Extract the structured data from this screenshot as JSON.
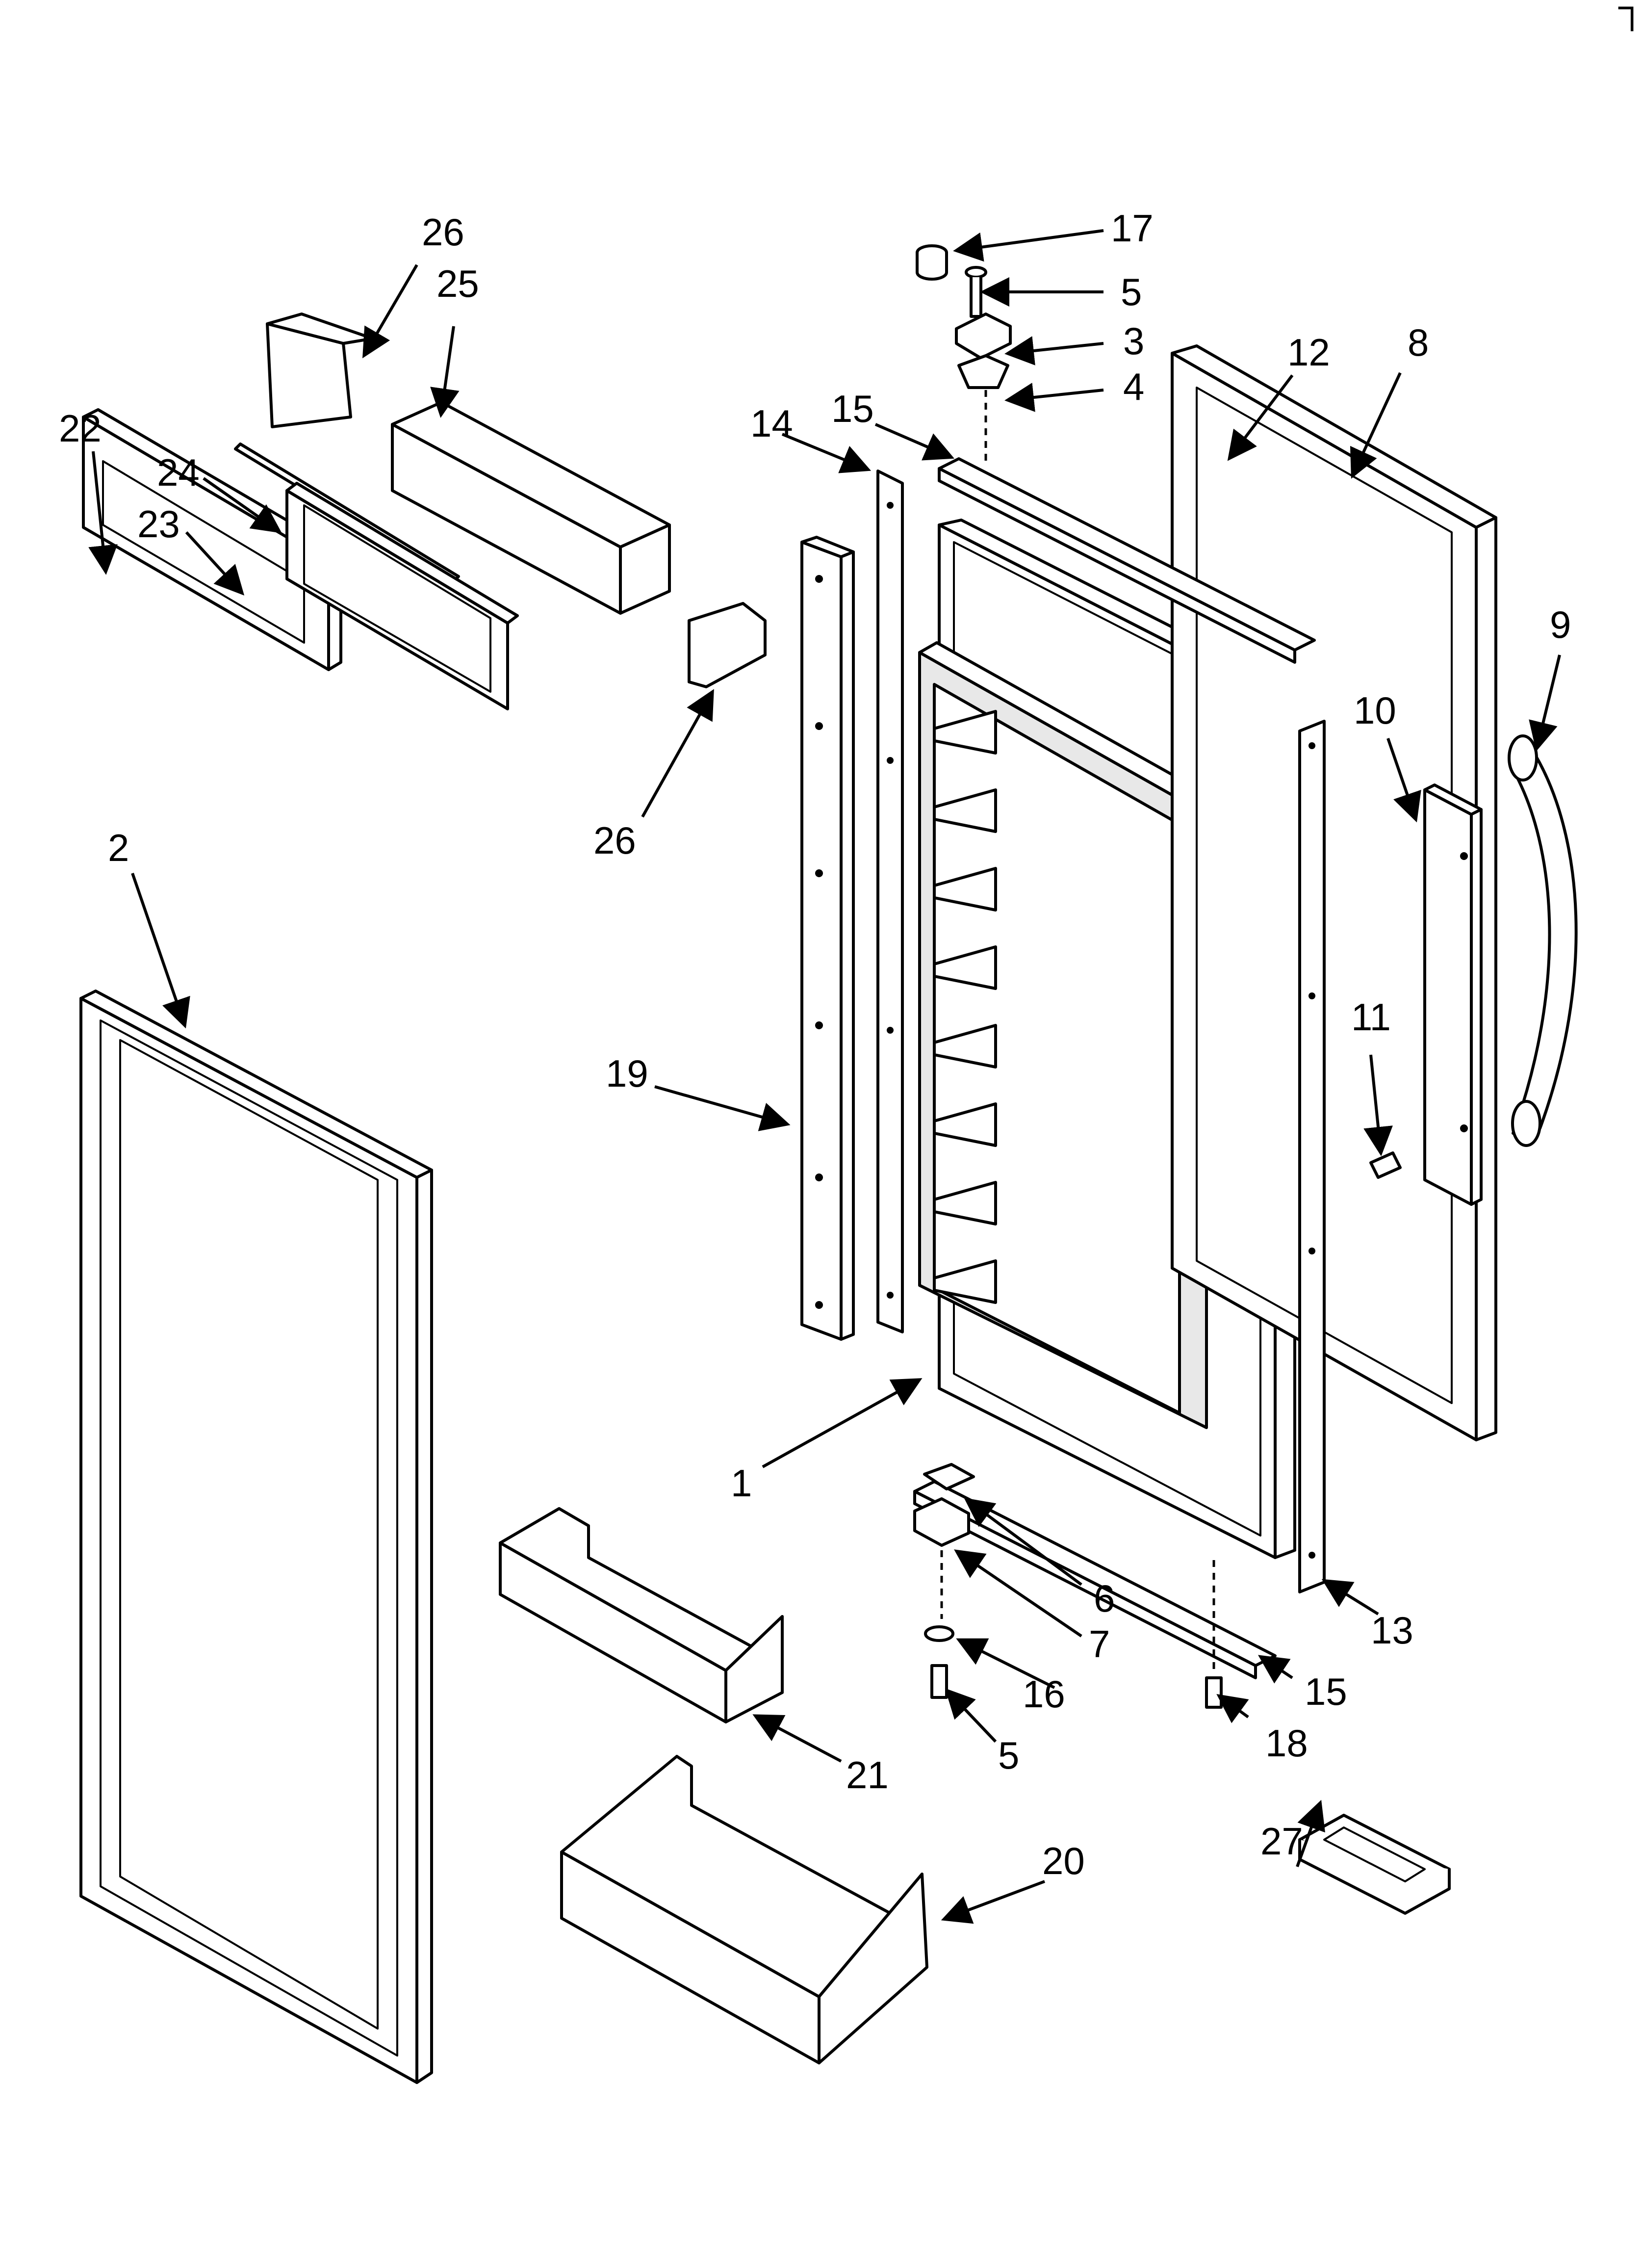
{
  "corner_mark": "┐",
  "callouts": [
    {
      "id": "c17",
      "text": "17"
    },
    {
      "id": "c5a",
      "text": "5"
    },
    {
      "id": "c3",
      "text": "3"
    },
    {
      "id": "c4",
      "text": "4"
    },
    {
      "id": "c26a",
      "text": "26"
    },
    {
      "id": "c25",
      "text": "25"
    },
    {
      "id": "c22",
      "text": "22"
    },
    {
      "id": "c24",
      "text": "24"
    },
    {
      "id": "c23",
      "text": "23"
    },
    {
      "id": "c14",
      "text": "14"
    },
    {
      "id": "c15a",
      "text": "15"
    },
    {
      "id": "c12",
      "text": "12"
    },
    {
      "id": "c8",
      "text": "8"
    },
    {
      "id": "c9",
      "text": "9"
    },
    {
      "id": "c10",
      "text": "10"
    },
    {
      "id": "c26b",
      "text": "26"
    },
    {
      "id": "c2",
      "text": "2"
    },
    {
      "id": "c11",
      "text": "11"
    },
    {
      "id": "c19",
      "text": "19"
    },
    {
      "id": "c1",
      "text": "1"
    },
    {
      "id": "c6",
      "text": "6"
    },
    {
      "id": "c7",
      "text": "7"
    },
    {
      "id": "c13",
      "text": "13"
    },
    {
      "id": "c16",
      "text": "16"
    },
    {
      "id": "c15b",
      "text": "15"
    },
    {
      "id": "c21",
      "text": "21"
    },
    {
      "id": "c5b",
      "text": "5"
    },
    {
      "id": "c18",
      "text": "18"
    },
    {
      "id": "c27",
      "text": "27"
    },
    {
      "id": "c20",
      "text": "20"
    }
  ]
}
